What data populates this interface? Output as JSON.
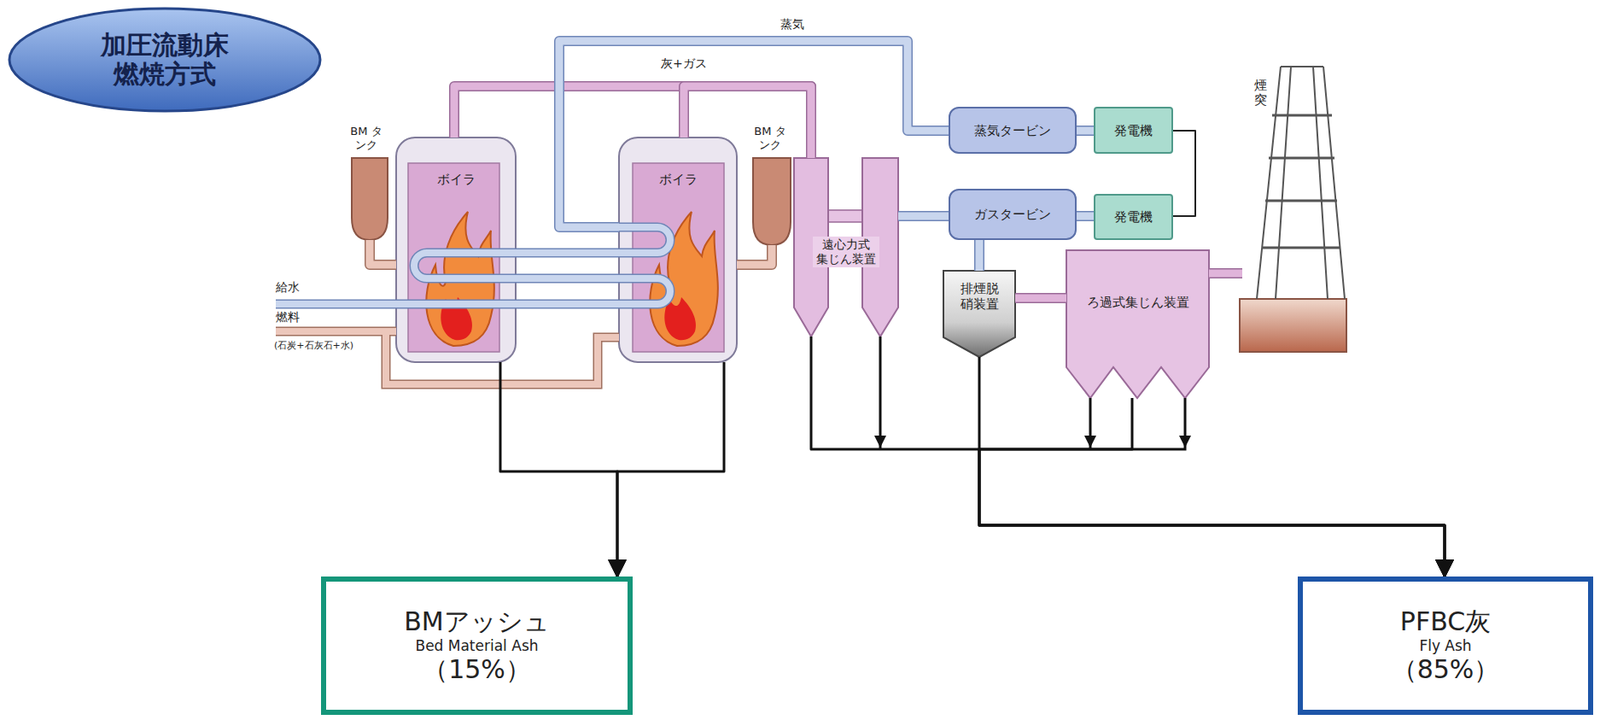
{
  "diagram": {
    "title": "加圧流動床 燃焼方式",
    "nodes": [
      {
        "text": [
          "ボイラ"
        ]
      },
      {
        "text": [
          "ボイラ"
        ]
      },
      {
        "text": [
          "BM タンク"
        ]
      },
      {
        "text": [
          "BM タンク"
        ]
      },
      {
        "text": [
          "遠心力式 集じん装置"
        ]
      },
      {
        "text": [
          "蒸気タービン"
        ]
      },
      {
        "text": [
          "発電機"
        ]
      },
      {
        "text": [
          "ガスタービン"
        ]
      },
      {
        "text": [
          "発電機"
        ]
      },
      {
        "text": [
          "排煙脱 硝装置"
        ]
      },
      {
        "text": [
          "ろ過式集じん装置"
        ]
      },
      {
        "text": [
          "煙突"
        ]
      },
      {
        "text": [
          "BMアッシュ",
          "Bed Material Ash",
          "（15%）"
        ]
      },
      {
        "text": [
          "PFBC灰",
          "Fly Ash",
          "（85%）"
        ]
      }
    ],
    "edges": [
      {
        "from": 0,
        "to": 12,
        "arrow": "to"
      },
      {
        "from": 1,
        "to": 12,
        "arrow": "to"
      },
      {
        "from": 4,
        "to": 13,
        "arrow": "to"
      },
      {
        "from": 9,
        "to": 13,
        "arrow": "to"
      },
      {
        "from": 10,
        "to": 13,
        "arrow": "to"
      },
      {
        "from": 0,
        "to": 4,
        "arrow": "none"
      },
      {
        "from": 1,
        "to": 4,
        "arrow": "none"
      },
      {
        "from": 1,
        "to": 5,
        "arrow": "none"
      },
      {
        "from": 4,
        "to": 7,
        "arrow": "none"
      },
      {
        "from": 7,
        "to": 9,
        "arrow": "none"
      },
      {
        "from": 9,
        "to": 10,
        "arrow": "none"
      },
      {
        "from": 10,
        "to": 11,
        "arrow": "none"
      },
      {
        "from": 5,
        "to": 6,
        "arrow": "none"
      },
      {
        "from": 7,
        "to": 8,
        "arrow": "none"
      },
      {
        "from": 6,
        "to": 8,
        "arrow": "none"
      },
      {
        "from": 2,
        "to": 0,
        "arrow": "none"
      },
      {
        "from": 3,
        "to": 1,
        "arrow": "none"
      }
    ],
    "labels": [
      "蒸気",
      "灰+ガス",
      "給水",
      "燃料",
      "(石炭+石灰石+水)"
    ]
  }
}
